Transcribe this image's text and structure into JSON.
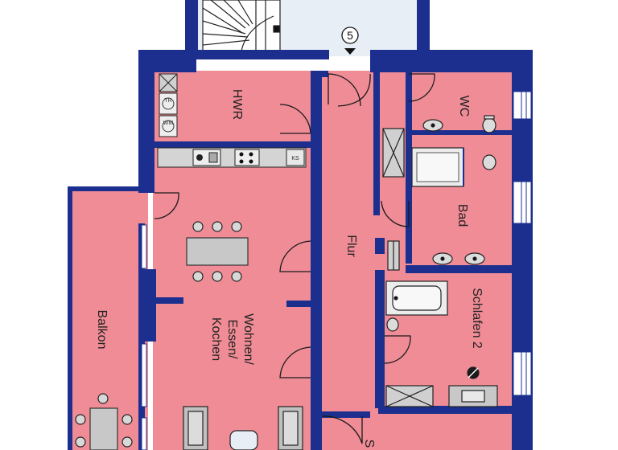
{
  "colors": {
    "room_fill": "#f08c96",
    "wall": "#1c2f8f",
    "stair_area": "#e8eef6",
    "fixture": "#d0d0d0",
    "furniture": "#9aa0a8",
    "door_line": "#1a1a1a"
  },
  "stair_number": "5",
  "rooms": {
    "hwr": "HWR",
    "wc": "WC",
    "bad": "Bad",
    "flur": "Flur",
    "balkon": "Balkon",
    "wohnen_line1": "Wohnen/",
    "wohnen_line2": "Essen/",
    "wohnen_line3": "Kochen",
    "schlafen2": "Schlafen 2",
    "bottom_partial": "S"
  },
  "appliances": {
    "tr": "TR",
    "wm": "WM",
    "ks": "KS"
  },
  "icons": [
    "stair-icon",
    "door-swing-icon",
    "window-icon",
    "sink-icon",
    "shower-icon",
    "bathtub-icon",
    "toilet-icon",
    "stove-icon",
    "dining-table-icon",
    "armchair-icon",
    "chair-icon"
  ]
}
